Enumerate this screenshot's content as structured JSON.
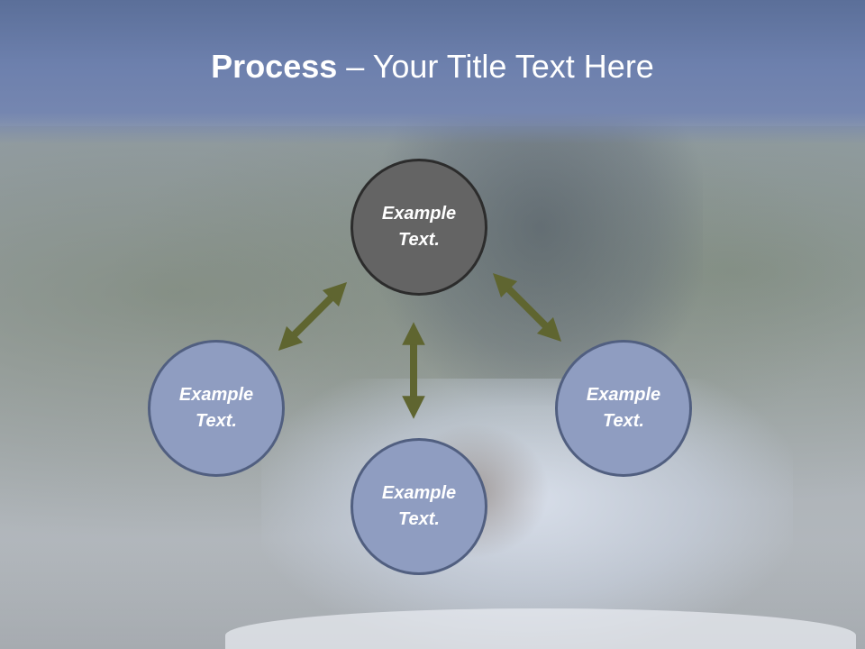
{
  "title": {
    "bold_part": "Process",
    "rest": " – Your Title Text Here"
  },
  "diagram": {
    "arrow_color": "#5f6530",
    "circle_fill": "#8f9dc1",
    "highlight_fill": "#646464",
    "nodes": [
      {
        "line1": "Example",
        "line2": "Text."
      },
      {
        "line1": "Example",
        "line2": "Text."
      },
      {
        "line1": "Example",
        "line2": "Text."
      },
      {
        "line1": "Example",
        "line2": "Text."
      }
    ]
  }
}
